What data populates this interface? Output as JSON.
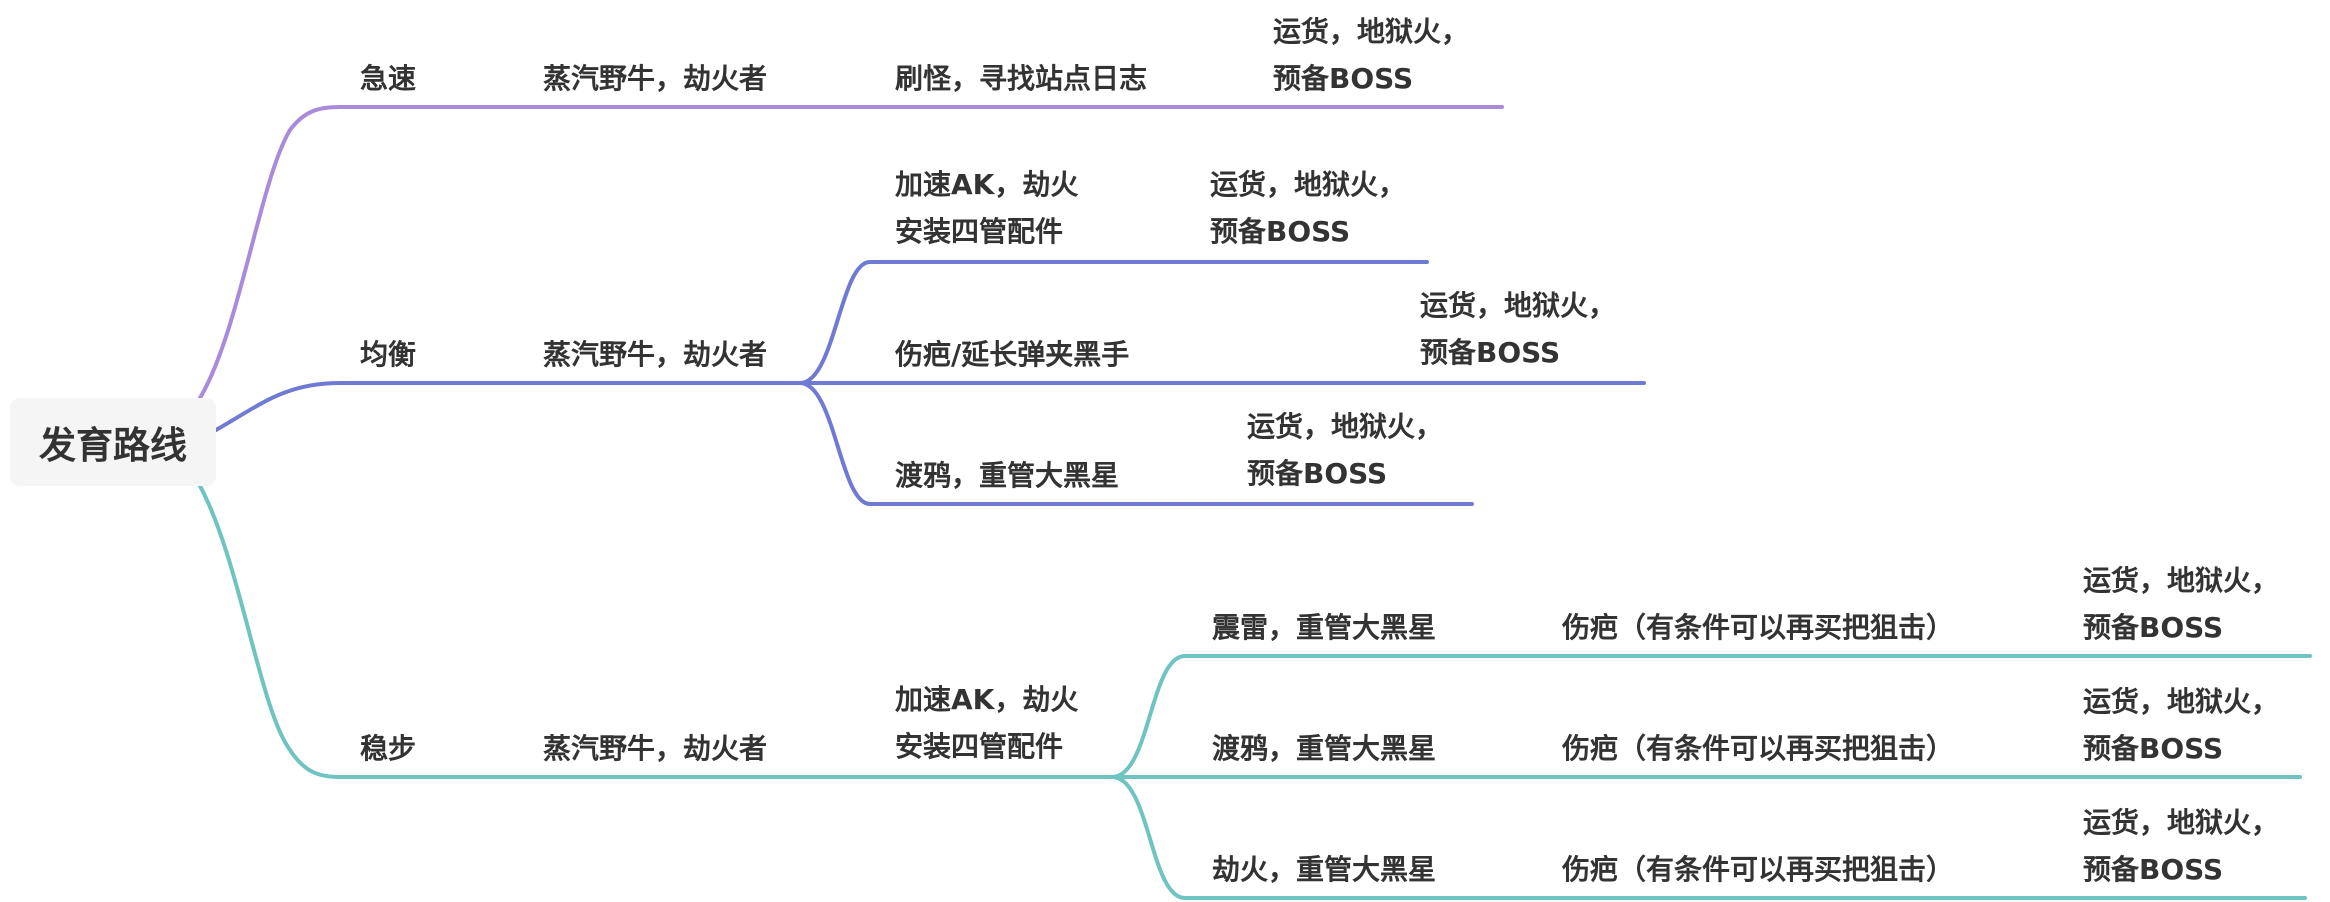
{
  "root": {
    "label": "发育路线"
  },
  "colors": {
    "purple": "#a98bdc",
    "blue": "#6f7ad5",
    "teal": "#6fc3c0",
    "text": "#333333",
    "root_bg": "#f5f5f5"
  },
  "branches": [
    {
      "name": "急速",
      "color": "#a98bdc",
      "step1": "蒸汽野牛，劫火者",
      "step2": "刷怪，寻找站点日志",
      "step3": [
        "运货，地狱火，",
        "预备BOSS"
      ]
    },
    {
      "name": "均衡",
      "color": "#6f7ad5",
      "step1": "蒸汽野牛，劫火者",
      "options": [
        {
          "step2": [
            "加速AK，劫火",
            "安装四管配件"
          ],
          "step3": [
            "运货，地狱火，",
            "预备BOSS"
          ]
        },
        {
          "step2": "伤疤/延长弹夹黑手",
          "step3": [
            "运货，地狱火，",
            "预备BOSS"
          ]
        },
        {
          "step2": "渡鸦，重管大黑星",
          "step3": [
            "运货，地狱火，",
            "预备BOSS"
          ]
        }
      ]
    },
    {
      "name": "稳步",
      "color": "#6fc3c0",
      "step1": "蒸汽野牛，劫火者",
      "step2": [
        "加速AK，劫火",
        "安装四管配件"
      ],
      "options": [
        {
          "step3": "震雷，重管大黑星",
          "step4": "伤疤（有条件可以再买把狙击）",
          "step5": [
            "运货，地狱火，",
            "预备BOSS"
          ]
        },
        {
          "step3": "渡鸦，重管大黑星",
          "step4": "伤疤（有条件可以再买把狙击）",
          "step5": [
            "运货，地狱火，",
            "预备BOSS"
          ]
        },
        {
          "step3": "劫火，重管大黑星",
          "step4": "伤疤（有条件可以再买把狙击）",
          "step5": [
            "运货，地狱火，",
            "预备BOSS"
          ]
        }
      ]
    }
  ]
}
